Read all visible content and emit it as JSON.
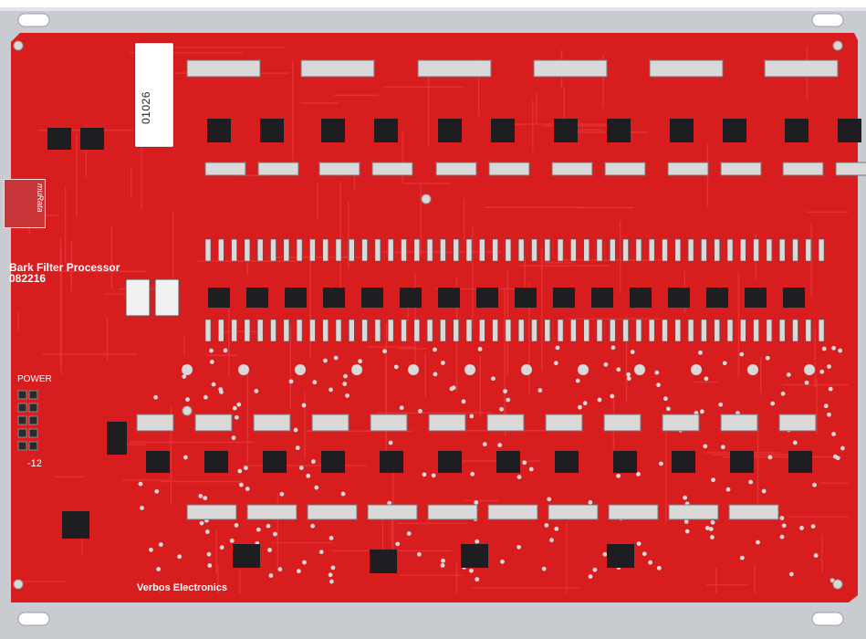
{
  "image": {
    "subject": "Eurorack module printed circuit board mounted on a silver aluminium panel",
    "colors": {
      "pcb": "#d81d1f",
      "pcb_dark": "#b31215",
      "trace": "#e8373a",
      "silkscreen": "#ffffff",
      "panel": "#c8cbcf",
      "chip": "#1e1e22",
      "pad": "#d9d9d9"
    }
  },
  "silkscreen": {
    "title_line1": "Bark Filter Processor",
    "title_line2": "082216",
    "power_label": "POWER",
    "neg_label": "-12",
    "maker_label": "Verbos Electronics"
  },
  "sticker": {
    "serial": "01026"
  },
  "dip_switch": {
    "label": "muRata"
  }
}
